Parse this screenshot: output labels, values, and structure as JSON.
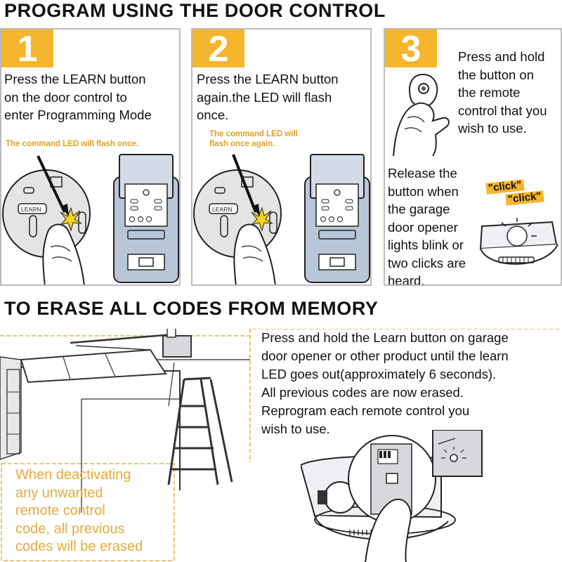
{
  "headings": {
    "program": "PROGRAM USING THE DOOR CONTROL",
    "erase": "TO ERASE ALL CODES FROM MEMORY"
  },
  "steps": [
    {
      "number": "1",
      "text": "Press the LEARN button\non the door control to\nenter Programming Mode",
      "note": "The command LED will flash once.",
      "learn_label": "LEARN"
    },
    {
      "number": "2",
      "text": "Press the LEARN button\nagain.the LED will flash\nonce.",
      "note": "The command LED will\nflash once again.",
      "learn_label": "LEARN"
    },
    {
      "number": "3",
      "text_top": "Press and hold\nthe button on\nthe remote\ncontrol that you\nwish to use.",
      "text_bottom": "Release the\nbutton when\nthe garage\ndoor opener\nlights blink or\ntwo clicks are\nheard.",
      "click1": "\"click\"",
      "click2": "\"click\""
    }
  ],
  "erase": {
    "instructions": "Press and hold the Learn button on garage\ndoor opener or other product until the learn\nLED goes out(approximately 6 seconds).\nAll previous codes are now erased.\nReprogram each remote control you\nwish to use.",
    "warning": "When deactivating\nany unwanted\nremote control\ncode, all previous\ncodes will be erased"
  },
  "colors": {
    "accent": "#f5b52c",
    "note": "#e0a020",
    "warning": "#e8a93a",
    "border": "#bbbbbb",
    "dashed": "#e8b048"
  }
}
